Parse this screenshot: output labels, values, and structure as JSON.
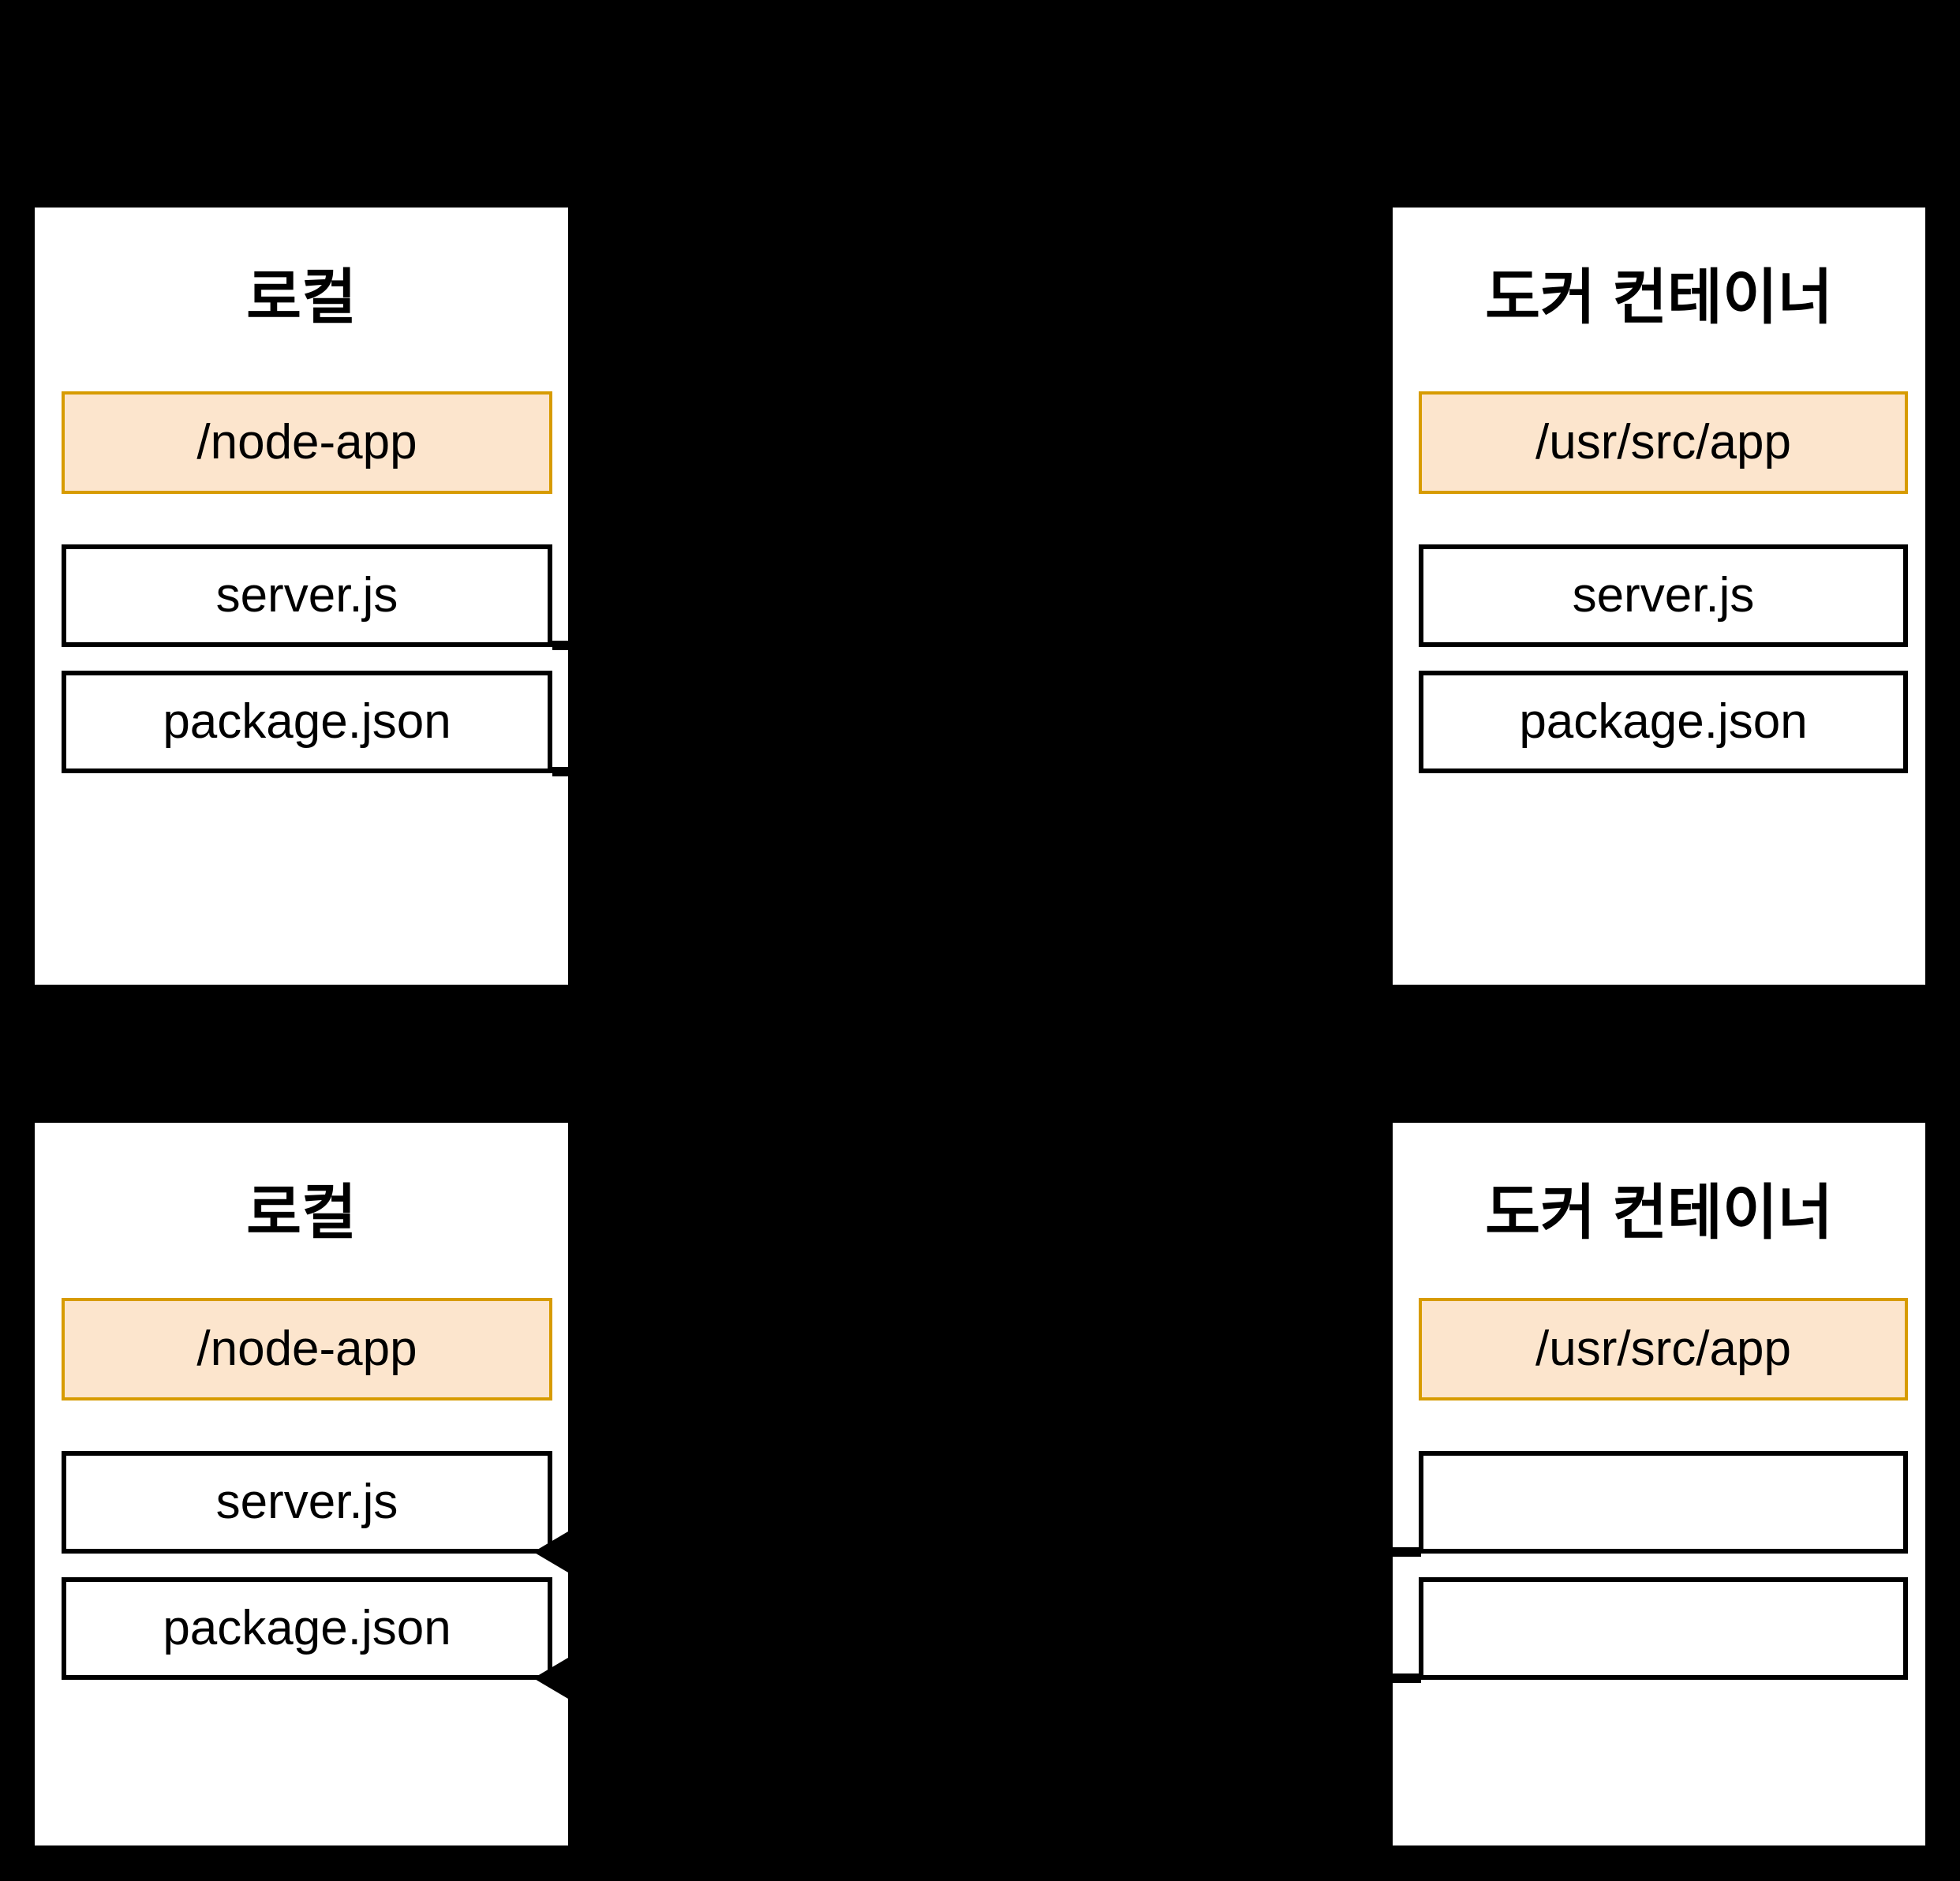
{
  "diagram": {
    "background_color": "#000000",
    "panel_background": "#ffffff",
    "dir_fill_color": "#fce5cd",
    "dir_border_color": "#d79b00",
    "file_border_color": "#000000",
    "rows": [
      {
        "id": "row-top",
        "direction": "local-to-container",
        "left_panel": {
          "title": "로컬",
          "dir": "/node-app",
          "files": [
            "server.js",
            "package.json"
          ]
        },
        "right_panel": {
          "title": "도커 컨테이너",
          "dir": "/usr/src/app",
          "files": [
            "server.js",
            "package.json"
          ]
        }
      },
      {
        "id": "row-bottom",
        "direction": "container-to-local",
        "left_panel": {
          "title": "로컬",
          "dir": "/node-app",
          "files": [
            "server.js",
            "package.json"
          ]
        },
        "right_panel": {
          "title": "도커 컨테이너",
          "dir": "/usr/src/app",
          "files": [
            "",
            ""
          ]
        }
      }
    ]
  }
}
